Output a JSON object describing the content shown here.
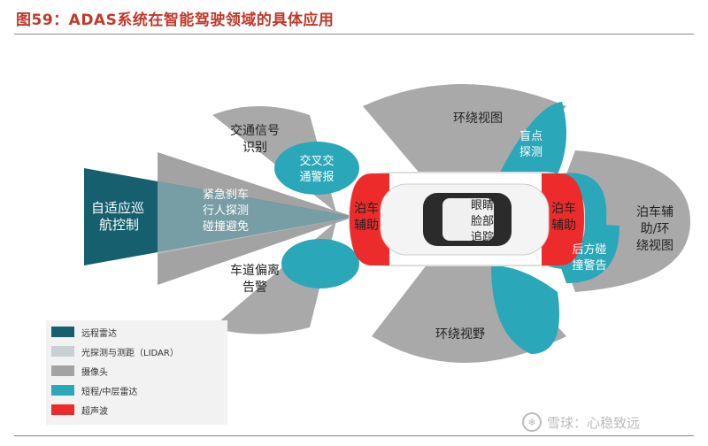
{
  "title": "图59：ADAS系统在智能驾驶领域的具体应用",
  "colors": {
    "long_range_radar": "#155f6e",
    "lidar": "#c9d0d4",
    "camera": "#a3a3a3",
    "short_mid_radar": "#2aa7b8",
    "ultrasonic": "#ee2b2b"
  },
  "zones": {
    "acc": "自适应巡航控制",
    "aeb": "紧急刹车 行人探测 碰撞避免",
    "traffic_sign": "交通信号识别",
    "cross_traffic": "交叉交通警报",
    "lane_departure": "车道偏离告警",
    "park_assist_front": "泊车辅助",
    "park_assist_rear": "泊车辅助",
    "blind_spot": "盲点探测",
    "surround_top": "环绕视图",
    "surround_bottom": "环绕视野",
    "rear_park_surround": "泊车辅助/环绕视图",
    "rear_collision": "后方碰撞警告",
    "eye_tracking": "眼睛脸部追踪"
  },
  "legend": [
    {
      "label": "远程雷达",
      "color_key": "long_range_radar"
    },
    {
      "label": "光探测与测距（LIDAR）",
      "color_key": "lidar"
    },
    {
      "label": "摄像头",
      "color_key": "camera"
    },
    {
      "label": "短程/中层雷达",
      "color_key": "short_mid_radar"
    },
    {
      "label": "超声波",
      "color_key": "ultrasonic"
    }
  ],
  "watermark": "雪球：心稳致远"
}
